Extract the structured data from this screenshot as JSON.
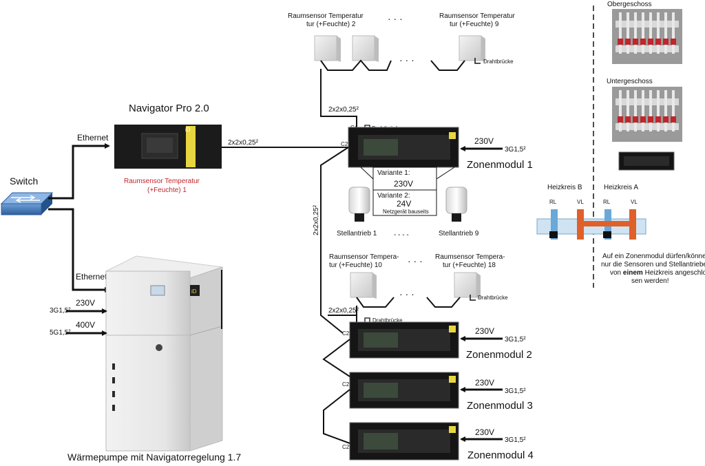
{
  "navigator": {
    "title": "Navigator Pro 2.0",
    "sensor_label_line1": "Raumsensor Temperatur",
    "sensor_label_line2": "(+Feuchte) 1",
    "cable": "2x2x0,25²"
  },
  "switch": {
    "label": "Switch"
  },
  "ethernet": {
    "top": "Ethernet",
    "bottom": "Ethernet"
  },
  "heatpump": {
    "caption": "Wärmepumpe mit Navigatorregelung 1.7",
    "feed1_voltage": "230V",
    "feed1_cable": "3G1,5²",
    "feed2_voltage": "400V",
    "feed2_cable": "5G1,5²"
  },
  "sensors_top": {
    "s2_line1": "Raumsensor Temperatur",
    "s2_line2": "tur (+Feuchte) 2",
    "s9_line1": "Raumsensor Temperatur",
    "s9_line2": "tur (+Feuchte) 9",
    "dots": "· · ·",
    "bridge": "Drahtbrücke"
  },
  "sensors_mid": {
    "s10_line1": "Raumsensor Tempera-",
    "s10_line2": "tur (+Feuchte) 10",
    "s18_line1": "Raumsensor Tempera-",
    "s18_line2": "tur (+Feuchte) 18",
    "dots": "· · ·",
    "bridge": "Drahtbrücke"
  },
  "bus": {
    "cable_top": "2x2x0,25²",
    "cable_vertical": "2x2x0,25²",
    "cable_mid": "2x2x0,25²",
    "c4": "C4",
    "c2": "C2",
    "bridge_top": "Drahtbrücke",
    "bridge_mid": "Drahtbrücke"
  },
  "zones": [
    {
      "name": "Zonenmodul 1",
      "voltage": "230V",
      "cable": "3G1,5²"
    },
    {
      "name": "Zonenmodul 2",
      "voltage": "230V",
      "cable": "3G1,5²"
    },
    {
      "name": "Zonenmodul 3",
      "voltage": "230V",
      "cable": "3G1,5²"
    },
    {
      "name": "Zonenmodul 4",
      "voltage": "230V",
      "cable": "3G1,5²"
    }
  ],
  "variants": {
    "v1_label": "Variante 1:",
    "v1_value": "230V",
    "v2_label": "Variante 2:",
    "v2_value": "24V",
    "v2_note": "Netzgerät bauseits"
  },
  "actuators": {
    "a1": "Stellantrieb 1",
    "a9": "Stellantrieb 9",
    "dots": "- - - -"
  },
  "floors": {
    "upper": "Obergeschoss",
    "lower": "Untergeschoss"
  },
  "circuits": {
    "b": "Heizkreis B",
    "a": "Heizkreis A",
    "rl1": "RL",
    "vl1": "VL",
    "rl2": "RL",
    "vl2": "VL"
  },
  "note": {
    "line1": "Auf ein Zonenmodul dürfen/können",
    "line2": "nur die Sensoren und Stellantriebe",
    "line3_pre": "von",
    "line3_bold": "einem",
    "line3_post": "Heizkreis angeschlos-",
    "line4": "sen werden!"
  },
  "colors": {
    "accent_red": "#c0262b",
    "return_blue": "#6aa8d8",
    "flow_orange": "#e0602a",
    "module_dark": "#1b1b1b"
  }
}
